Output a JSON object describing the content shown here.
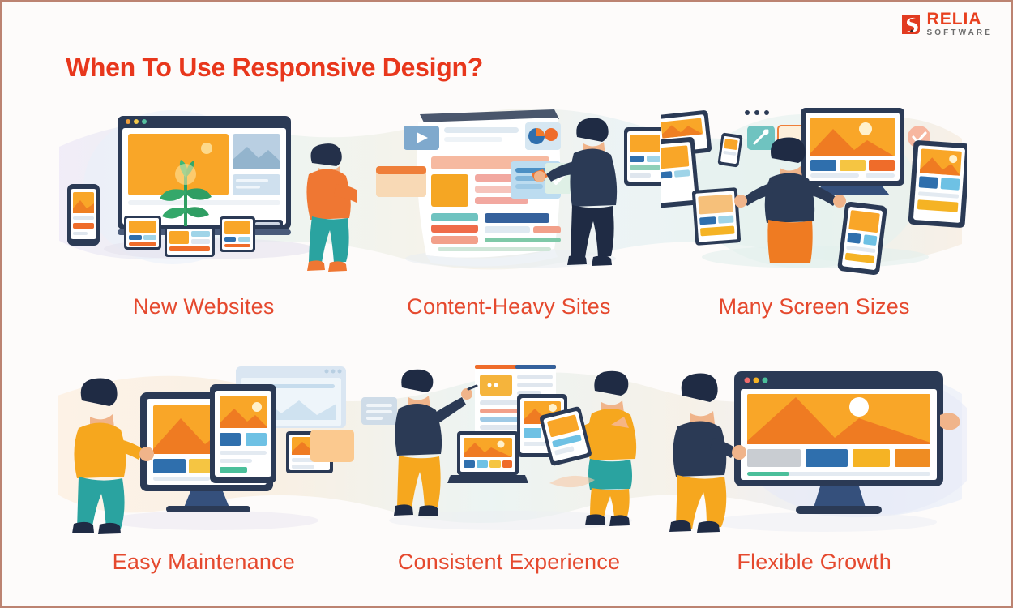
{
  "brand": {
    "name": "RELIA",
    "subtitle": "SOFTWARE",
    "mark": "relia-swan-mark",
    "primary_color": "#e8401f",
    "subtitle_color": "#6d6d6d"
  },
  "page": {
    "title": "When To Use Responsive Design?",
    "title_color": "#e8371c",
    "background_color": "#fdfbfa",
    "border_color": "#bc8371",
    "caption_color": "#e5492e"
  },
  "rows": [
    {
      "id": "row-1",
      "cells": [
        {
          "caption": "New Websites",
          "illustration": "browser-plant-devices",
          "elements": [
            "browser-window",
            "orange-hero-image",
            "growing-plant",
            "smartphone",
            "tablet",
            "tablet-small",
            "person-orange-shirt",
            "keyboard"
          ]
        },
        {
          "caption": "Content-Heavy Sites",
          "illustration": "long-scrolling-content-page",
          "elements": [
            "long-page",
            "video-card",
            "chart-card",
            "content-blocks",
            "person-navy-shirt",
            "floating-tablet",
            "orange-card"
          ]
        },
        {
          "caption": "Many Screen Sizes",
          "illustration": "person-with-many-screens",
          "elements": [
            "desktop-monitor",
            "tablet-left",
            "tablet-right",
            "smartphone",
            "small-screens",
            "check-badge",
            "person-navy-shirt-orange-pants"
          ]
        }
      ]
    },
    {
      "id": "row-2",
      "cells": [
        {
          "caption": "Easy Maintenance",
          "illustration": "person-touching-monitor-stack",
          "elements": [
            "desktop-monitor",
            "tablet-overlay",
            "phone-overlay",
            "background-window",
            "person-yellow-shirt-teal-pants"
          ]
        },
        {
          "caption": "Consistent Experience",
          "illustration": "two-people-multiple-devices",
          "elements": [
            "wall-page",
            "laptop",
            "tablet-screen",
            "handheld-tablet",
            "person-navy-shirt-orange-pants",
            "person-orange-shirt-teal-shorts",
            "note-card"
          ]
        },
        {
          "caption": "Flexible Growth",
          "illustration": "person-stretching-monitor",
          "elements": [
            "large-monitor",
            "mountain-hero-image",
            "content-tiles",
            "person-navy-shirt-orange-pants"
          ]
        }
      ]
    }
  ],
  "palette": {
    "orange": "#f7941e",
    "deep_orange": "#ef6c1a",
    "navy": "#2b3a55",
    "teal": "#2aa3a0",
    "blue": "#2f6fad",
    "light_blue": "#6ec1e4",
    "mint": "#e8f4f0",
    "lavender": "#eeeaf6",
    "cream": "#fdf3e3"
  }
}
